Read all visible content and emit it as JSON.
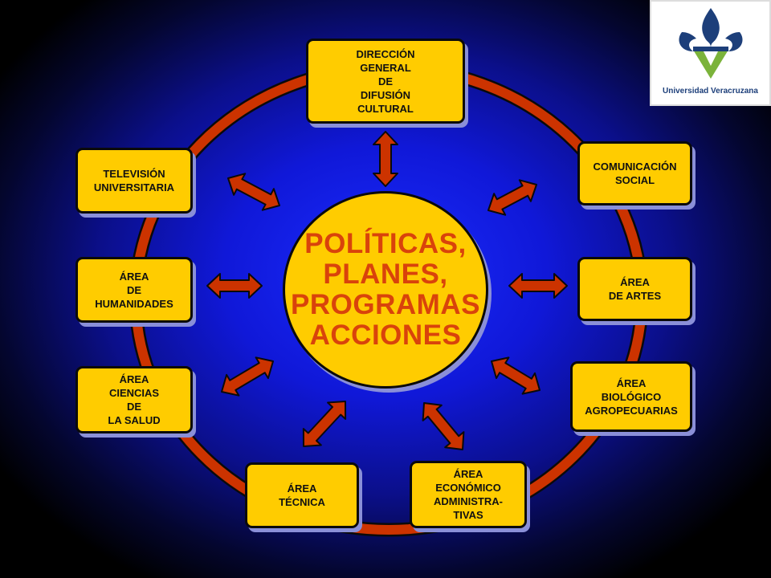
{
  "center": {
    "label": "POLÍTICAS,\nPLANES,\nPROGRAMAS\nACCIONES"
  },
  "logo": {
    "name": "Universidad Veracruzana"
  },
  "colors": {
    "box_fill": "#ffcc00",
    "center_text": "#d9430b",
    "ring": "#cc3300",
    "arrow": "#cc3300",
    "background": "#1018d8"
  },
  "nodes": [
    {
      "id": "difusion",
      "label": "DIRECCIÓN\nGENERAL\nDE\nDIFUSIÓN\nCULTURAL"
    },
    {
      "id": "comunicacion",
      "label": "COMUNICACIÓN\nSOCIAL"
    },
    {
      "id": "artes",
      "label": "ÁREA\nDE  ARTES"
    },
    {
      "id": "biologico",
      "label": "ÁREA\nBIOLÓGICO\nAGROPECUARIAS"
    },
    {
      "id": "economico",
      "label": "ÁREA\nECONÓMICO\nADMINISTRA-\nTIVAS"
    },
    {
      "id": "tecnica",
      "label": "ÁREA\nTÉCNICA"
    },
    {
      "id": "salud",
      "label": "ÁREA\nCIENCIAS\nDE\nLA  SALUD"
    },
    {
      "id": "humanidades",
      "label": "ÁREA\nDE\nHUMANIDADES"
    },
    {
      "id": "television",
      "label": "TELEVISIÓN\nUNIVERSITARIA"
    }
  ]
}
